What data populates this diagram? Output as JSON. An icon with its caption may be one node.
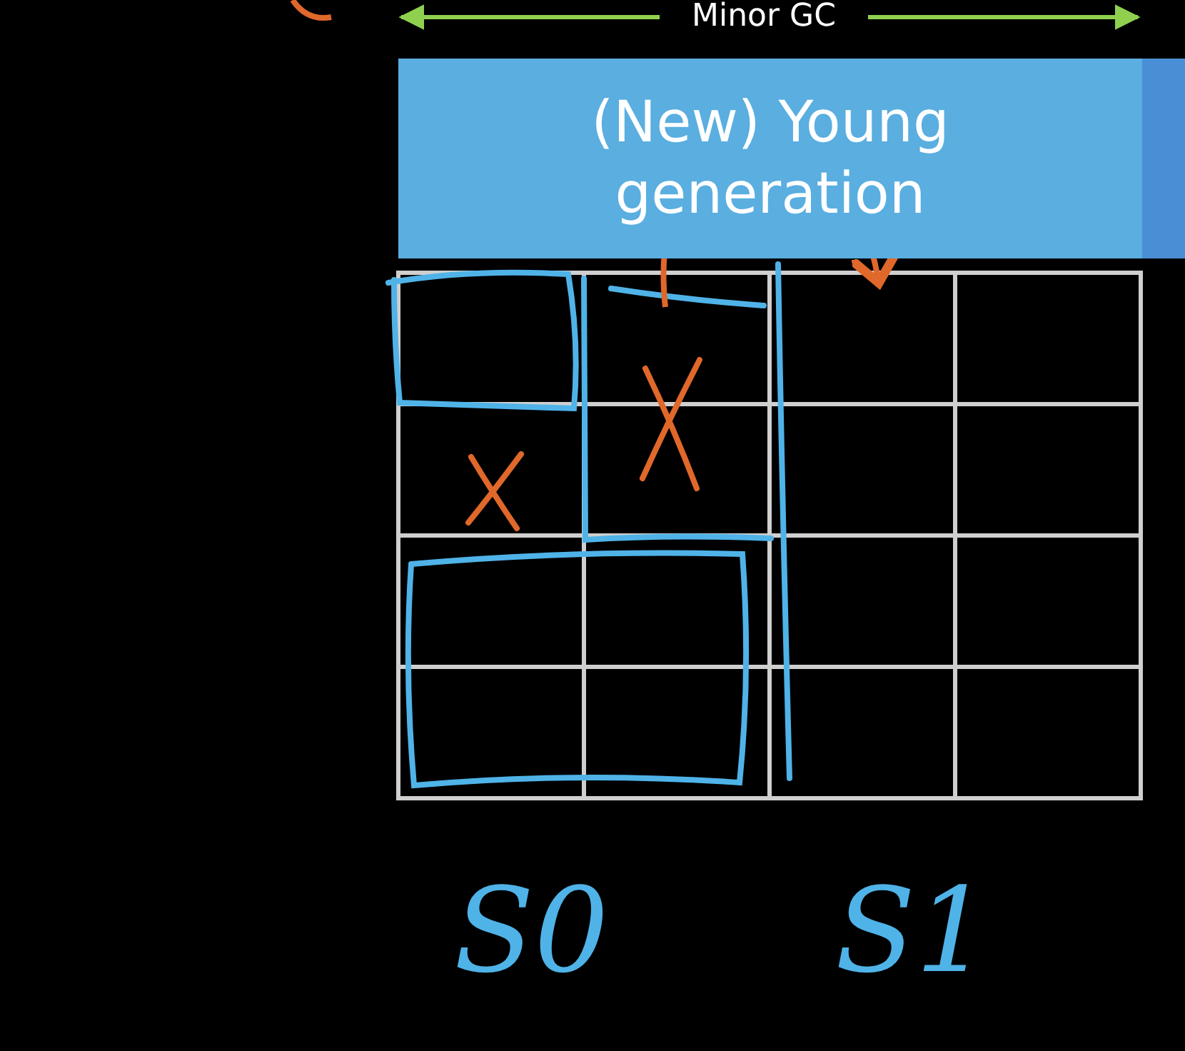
{
  "diagram": {
    "nodes": [
      {
        "text": [
          "(New) Young generation"
        ]
      }
    ],
    "labels": [
      "Minor GC",
      "S0",
      "S1"
    ]
  }
}
